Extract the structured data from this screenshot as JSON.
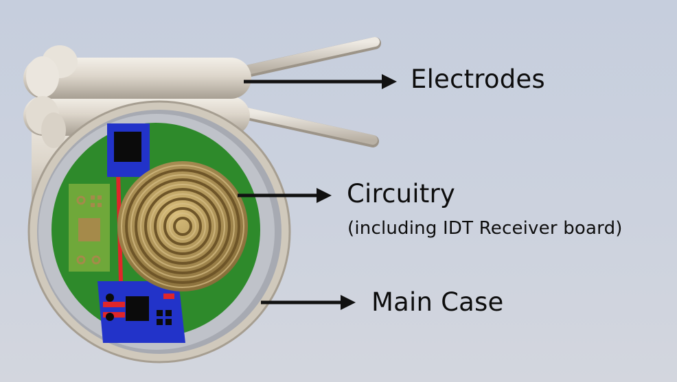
{
  "labels": {
    "electrodes": "Electrodes",
    "circuitry": "Circuitry",
    "circuitry_sub": "(including IDT Receiver board)",
    "main_case": "Main Case"
  },
  "colors": {
    "background": "#c9d0dd",
    "case_outer": "#cfc8bc",
    "case_inner": "#9a9ea8",
    "board_green": "#2f8a2a",
    "coil_gold": "#a88a45",
    "chip_blue": "#2233c9",
    "trace_red": "#e0262a",
    "arrow": "#111111"
  },
  "icons": [
    "electrode-rod",
    "coil",
    "ic-chip",
    "arrow-right"
  ]
}
